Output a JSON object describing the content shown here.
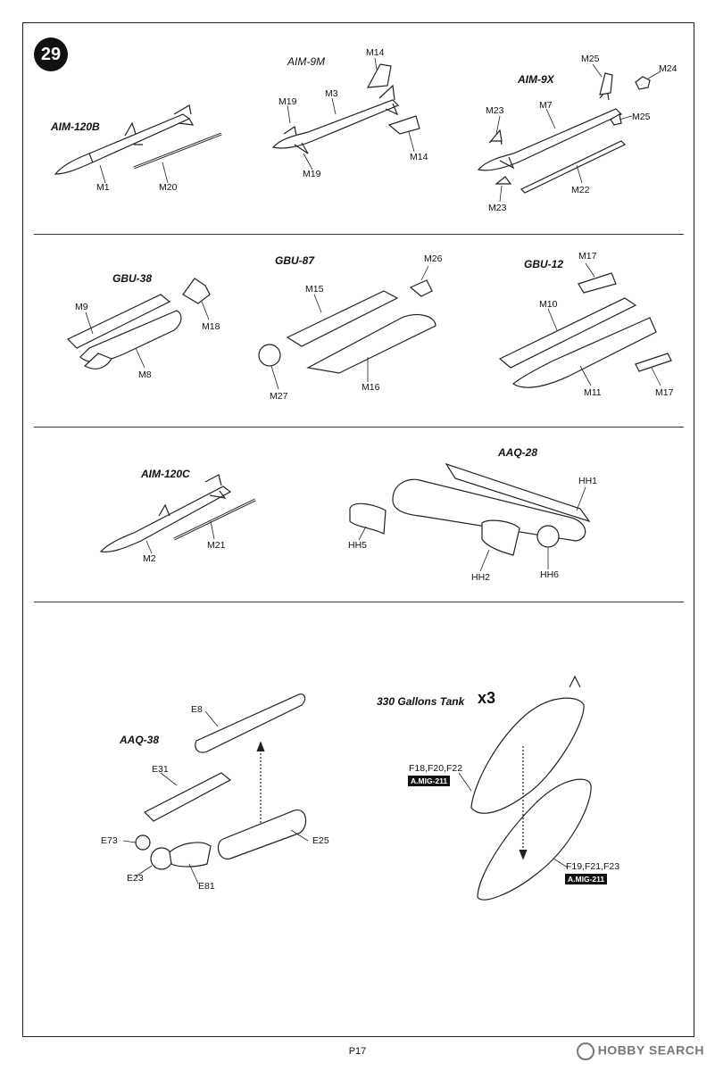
{
  "step_number": "29",
  "sections": {
    "aim120b": {
      "title": "AIM-120B",
      "parts": [
        "M1",
        "M20"
      ]
    },
    "aim9m": {
      "title": "AIM-9M",
      "parts": [
        "M14",
        "M3",
        "M19",
        "M14",
        "M19"
      ]
    },
    "aim9x": {
      "title": "AIM-9X",
      "parts": [
        "M25",
        "M24",
        "M23",
        "M7",
        "M25",
        "M22",
        "M23"
      ]
    },
    "gbu38": {
      "title": "GBU-38",
      "parts": [
        "M9",
        "M18",
        "M8"
      ]
    },
    "gbu87": {
      "title": "GBU-87",
      "parts": [
        "M15",
        "M26",
        "M27",
        "M16"
      ]
    },
    "gbu12": {
      "title": "GBU-12",
      "parts": [
        "M17",
        "M10",
        "M11",
        "M17"
      ]
    },
    "aim120c": {
      "title": "AIM-120C",
      "parts": [
        "M21",
        "M2"
      ]
    },
    "aaq28": {
      "title": "AAQ-28",
      "parts": [
        "HH1",
        "HH5",
        "HH2",
        "HH6"
      ]
    },
    "aaq38": {
      "title": "AAQ-38",
      "parts": [
        "E8",
        "E31",
        "E73",
        "E25",
        "E23",
        "E81"
      ]
    },
    "tank": {
      "title": "330 Gallons Tank",
      "quantity": "x3",
      "parts": [
        "F18,F20,F22",
        "F19,F21,F23"
      ],
      "paint": [
        "A.MIG-211",
        "A.MIG-211"
      ]
    }
  },
  "footer": {
    "page": "P17"
  },
  "watermark": {
    "text": "HOBBY SEARCH"
  }
}
